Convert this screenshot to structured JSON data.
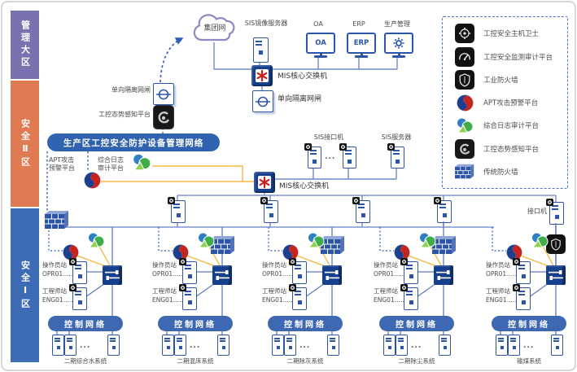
{
  "zones": [
    {
      "label": "管理大区",
      "color": "#7673AE"
    },
    {
      "label": "安全Ⅱ区",
      "color": "#E07A52"
    },
    {
      "label": "安全Ⅰ区",
      "color": "#3D6CB4"
    }
  ],
  "management_zone": {
    "cloud_label": "集团网",
    "sis_mirror_label": "SIS镜像服务器",
    "oa_label": "OA",
    "oa_screen_text": "OA",
    "erp_label": "ERP",
    "erp_screen_text": "ERP",
    "production_mgmt_label": "生产管理",
    "mis_core_switch_label": "MIS核心交换机",
    "one_way_gateway_right_label": "单向隔离网闸"
  },
  "security2_zone": {
    "one_way_gateway_left_label": "单向隔离网闸",
    "situational_platform_label": "工控态势感知平台",
    "banner_label": "生产区工控安全防护设备管理网络",
    "apt_platform_label_line1": "APT攻击",
    "apt_platform_label_line2": "预警平台",
    "log_platform_label_line1": "综合日志",
    "log_platform_label_line2": "审计平台",
    "sis_interface_label": "SIS接口机",
    "sis_dots": "...",
    "sis_server_label": "SIS服务器",
    "mis_core_switch_label": "MIS核心交换机"
  },
  "security1_zone": {
    "interface_machine_label": "接口机",
    "groups": [
      {
        "operator_station": "操作员站",
        "operator_id": "OPR01......",
        "engineer_station": "工程师站",
        "engineer_id": "ENG01......",
        "control_network": "控制网络",
        "system_label": "二期综合水系统",
        "dots": "...",
        "firewall_type": "traditional"
      },
      {
        "operator_station": "操作员站",
        "operator_id": "OPR01......",
        "engineer_station": "工程师站",
        "engineer_id": "ENG01......",
        "control_network": "控制网络",
        "system_label": "二期混床系统",
        "dots": "...",
        "firewall_type": "traditional"
      },
      {
        "operator_station": "操作员站",
        "operator_id": "OPR01......",
        "engineer_station": "工程师站",
        "engineer_id": "ENG01......",
        "control_network": "控制网络",
        "system_label": "二期除灰系统",
        "dots": "...",
        "firewall_type": "traditional"
      },
      {
        "operator_station": "操作员站",
        "operator_id": "OPR01......",
        "engineer_station": "工程师站",
        "engineer_id": "ENG01......",
        "control_network": "控制网络",
        "system_label": "二期除尘系统",
        "dots": "...",
        "firewall_type": "traditional"
      },
      {
        "operator_station": "操作员站",
        "operator_id": "OPR01......",
        "engineer_station": "工程师站",
        "engineer_id": "ENG01......",
        "control_network": "控制网络",
        "system_label": "输煤系统",
        "dots": "...",
        "firewall_type": "industrial"
      }
    ]
  },
  "legend": {
    "items": [
      {
        "icon": "host-guard-icon",
        "label": "工控安全主机卫士"
      },
      {
        "icon": "monitor-audit-icon",
        "label": "工控安全监测审计平台"
      },
      {
        "icon": "industrial-firewall-icon",
        "label": "工业防火墙"
      },
      {
        "icon": "apt-warning-icon",
        "label": "APT攻击预警平台"
      },
      {
        "icon": "log-audit-icon",
        "label": "综合日志审计平台"
      },
      {
        "icon": "situational-awareness-icon",
        "label": "工控态势感知平台"
      },
      {
        "icon": "traditional-firewall-icon",
        "label": "传统防火墙"
      }
    ]
  },
  "colors": {
    "zone_management": "#7673AE",
    "zone_security2": "#E07A52",
    "zone_security1": "#3D6CB4",
    "banner_blue": "#2F63B0",
    "pill_blue": "#3E69B2",
    "line_blue": "#5B79BD",
    "bus_blue": "#9DB0DC",
    "orange_line": "#F5B942",
    "dashed_blue": "#2E5CB8",
    "device_blue": "#2B55A8",
    "apt_red": "#C6251F",
    "apt_navy": "#1C3F8F",
    "log_green": "#3FAE49"
  }
}
